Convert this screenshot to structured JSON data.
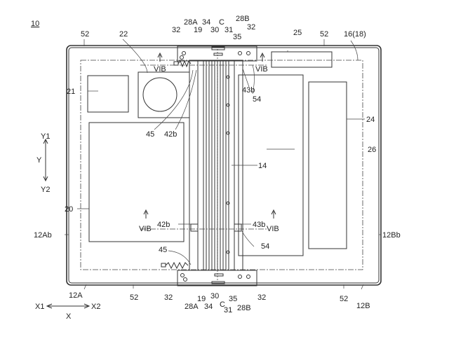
{
  "figure": {
    "ref": "10",
    "labels": [
      "52",
      "22",
      "28A",
      "19",
      "34",
      "C",
      "30",
      "31",
      "28B",
      "32",
      "35",
      "32",
      "25",
      "52",
      "16(18)",
      "21",
      "VIB",
      "VIB",
      "43b",
      "54",
      "45",
      "42b",
      "24",
      "26",
      "14",
      "Y1",
      "Y",
      "Y2",
      "20",
      "12Ab",
      "12Bb",
      "42b",
      "43b",
      "VIB",
      "VIB",
      "54",
      "45",
      "52",
      "32",
      "28A",
      "19",
      "34",
      "30",
      "C",
      "31",
      "35",
      "28B",
      "32",
      "52",
      "12A",
      "12B",
      "X1",
      "X2",
      "X"
    ]
  }
}
